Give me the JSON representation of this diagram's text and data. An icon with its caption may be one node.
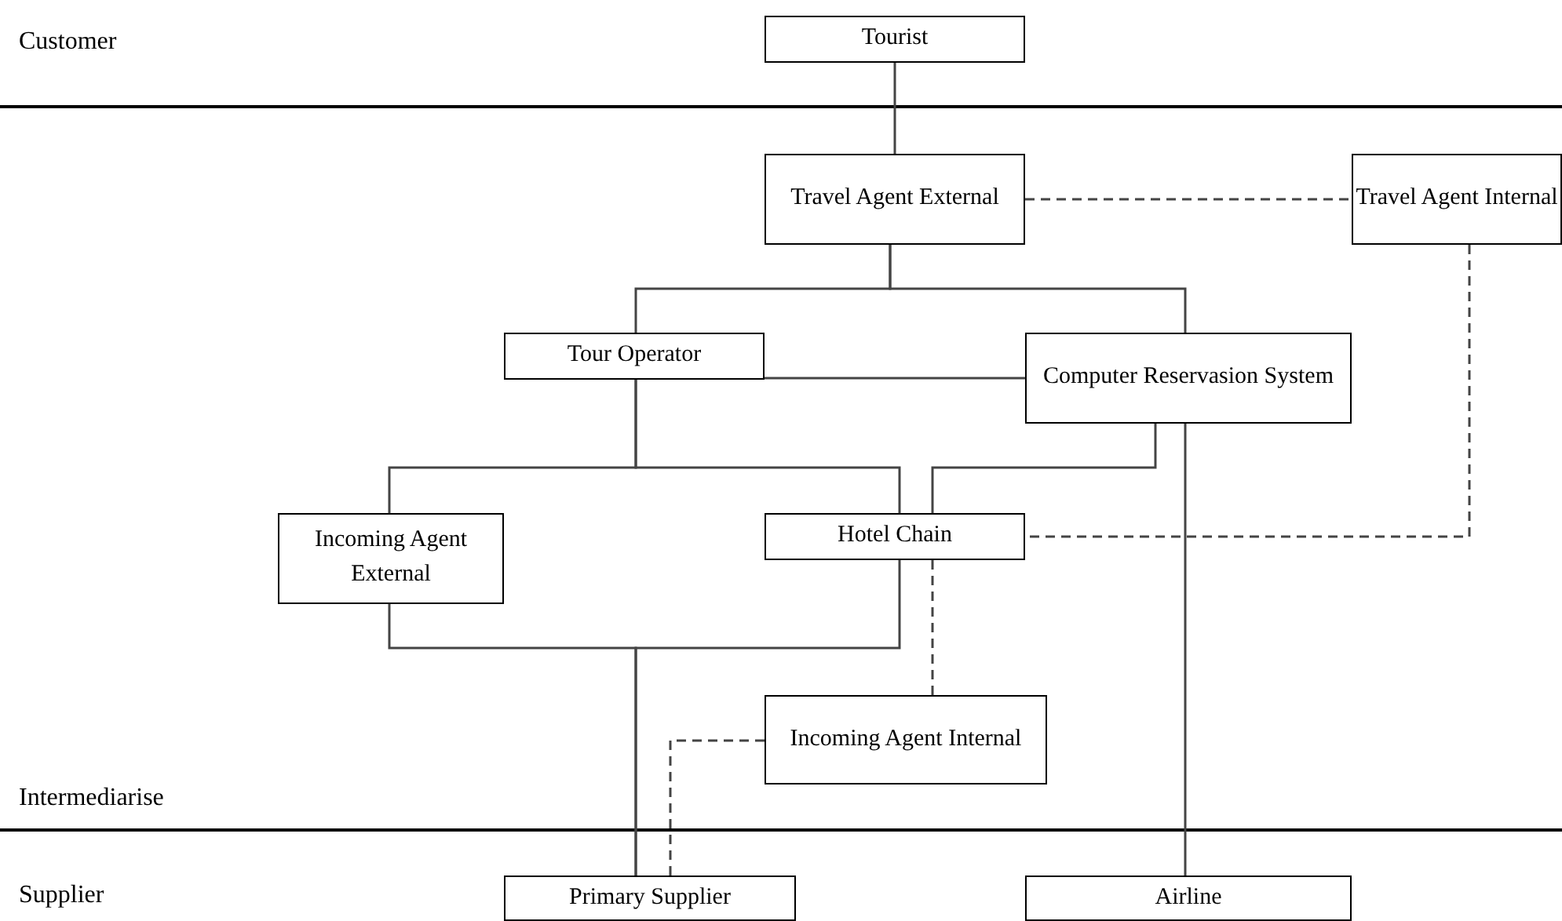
{
  "diagram": {
    "nodes": [
      {
        "text": [
          "Tourist"
        ]
      },
      {
        "text": [
          "Travel Agent External"
        ]
      },
      {
        "text": [
          "Travel Agent Internal"
        ]
      },
      {
        "text": [
          "Tour Operator"
        ]
      },
      {
        "text": [
          "Computer Reservasion System"
        ]
      },
      {
        "text": [
          "Incoming Agent External"
        ]
      },
      {
        "text": [
          "Hotel Chain"
        ]
      },
      {
        "text": [
          "Incoming Agent Internal"
        ]
      },
      {
        "text": [
          "Primary Supplier"
        ]
      },
      {
        "text": [
          "Airline"
        ]
      }
    ],
    "edges": [
      {
        "from": 0,
        "to": 1,
        "arrow": "none"
      },
      {
        "from": 1,
        "to": 2,
        "arrow": "none",
        "style": "dashed"
      },
      {
        "from": 1,
        "to": 3,
        "arrow": "none"
      },
      {
        "from": 1,
        "to": 4,
        "arrow": "none"
      },
      {
        "from": 3,
        "to": 4,
        "arrow": "none"
      },
      {
        "from": 3,
        "to": 5,
        "arrow": "none"
      },
      {
        "from": 3,
        "to": 6,
        "arrow": "none"
      },
      {
        "from": 4,
        "to": 6,
        "arrow": "none"
      },
      {
        "from": 4,
        "to": 9,
        "arrow": "none"
      },
      {
        "from": 2,
        "to": 6,
        "arrow": "none",
        "style": "dashed"
      },
      {
        "from": 6,
        "to": 7,
        "arrow": "none",
        "style": "dashed"
      },
      {
        "from": 5,
        "to": 8,
        "arrow": "none"
      },
      {
        "from": 6,
        "to": 8,
        "arrow": "none"
      },
      {
        "from": 7,
        "to": 8,
        "arrow": "none",
        "style": "dashed"
      }
    ],
    "labels": [
      "Customer",
      "Intermediarise",
      "Supplier"
    ]
  }
}
